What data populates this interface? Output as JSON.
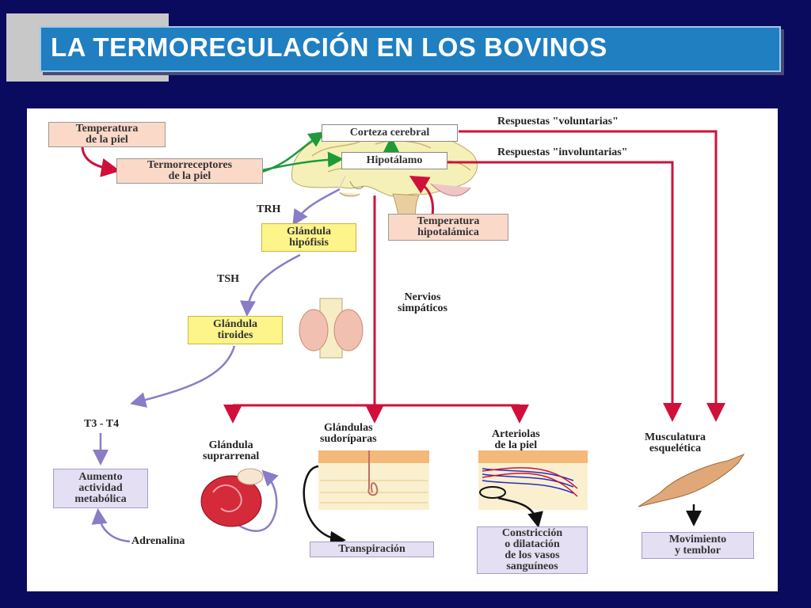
{
  "title": "LA TERMOREGULACIÓN EN LOS BOVINOS",
  "colors": {
    "background": "#0a0a5e",
    "title_bar": "#1f7fc0",
    "red_arrow": "#d0103a",
    "purple_arrow": "#8a7cc7",
    "green_arrow": "#1f9a3a"
  },
  "nodes": {
    "temp_piel": "Temperatura\nde la piel",
    "termorreceptores": "Termorreceptores\nde la piel",
    "corteza": "Corteza cerebral",
    "hipotalamo": "Hipotálamo",
    "temp_hipotalamica": "Temperatura\nhipotalámica",
    "hipofisis": "Glándula\nhipófisis",
    "tiroides": "Glándula\ntiroides",
    "aumento": "Aumento\nactividad\nmetabólica",
    "transpiracion": "Transpiración",
    "constriccion": "Constricción\no dilatación\nde los vasos\nsanguíneos",
    "movimiento": "Movimiento\ny temblor"
  },
  "labels": {
    "resp_voluntarias": "Respuestas \"voluntarias\"",
    "resp_involuntarias": "Respuestas \"involuntarias\"",
    "trh": "TRH",
    "tsh": "TSH",
    "nervios": "Nervios\nsimpáticos",
    "t3t4": "T3 - T4",
    "suprarrenal": "Glándula\nsuprarrenal",
    "sudoriparas": "Glándulas\nsudoríparas",
    "arteriolas": "Arteriolas\nde la piel",
    "musculatura": "Musculatura\nesquelética",
    "adrenalina": "Adrenalina"
  }
}
